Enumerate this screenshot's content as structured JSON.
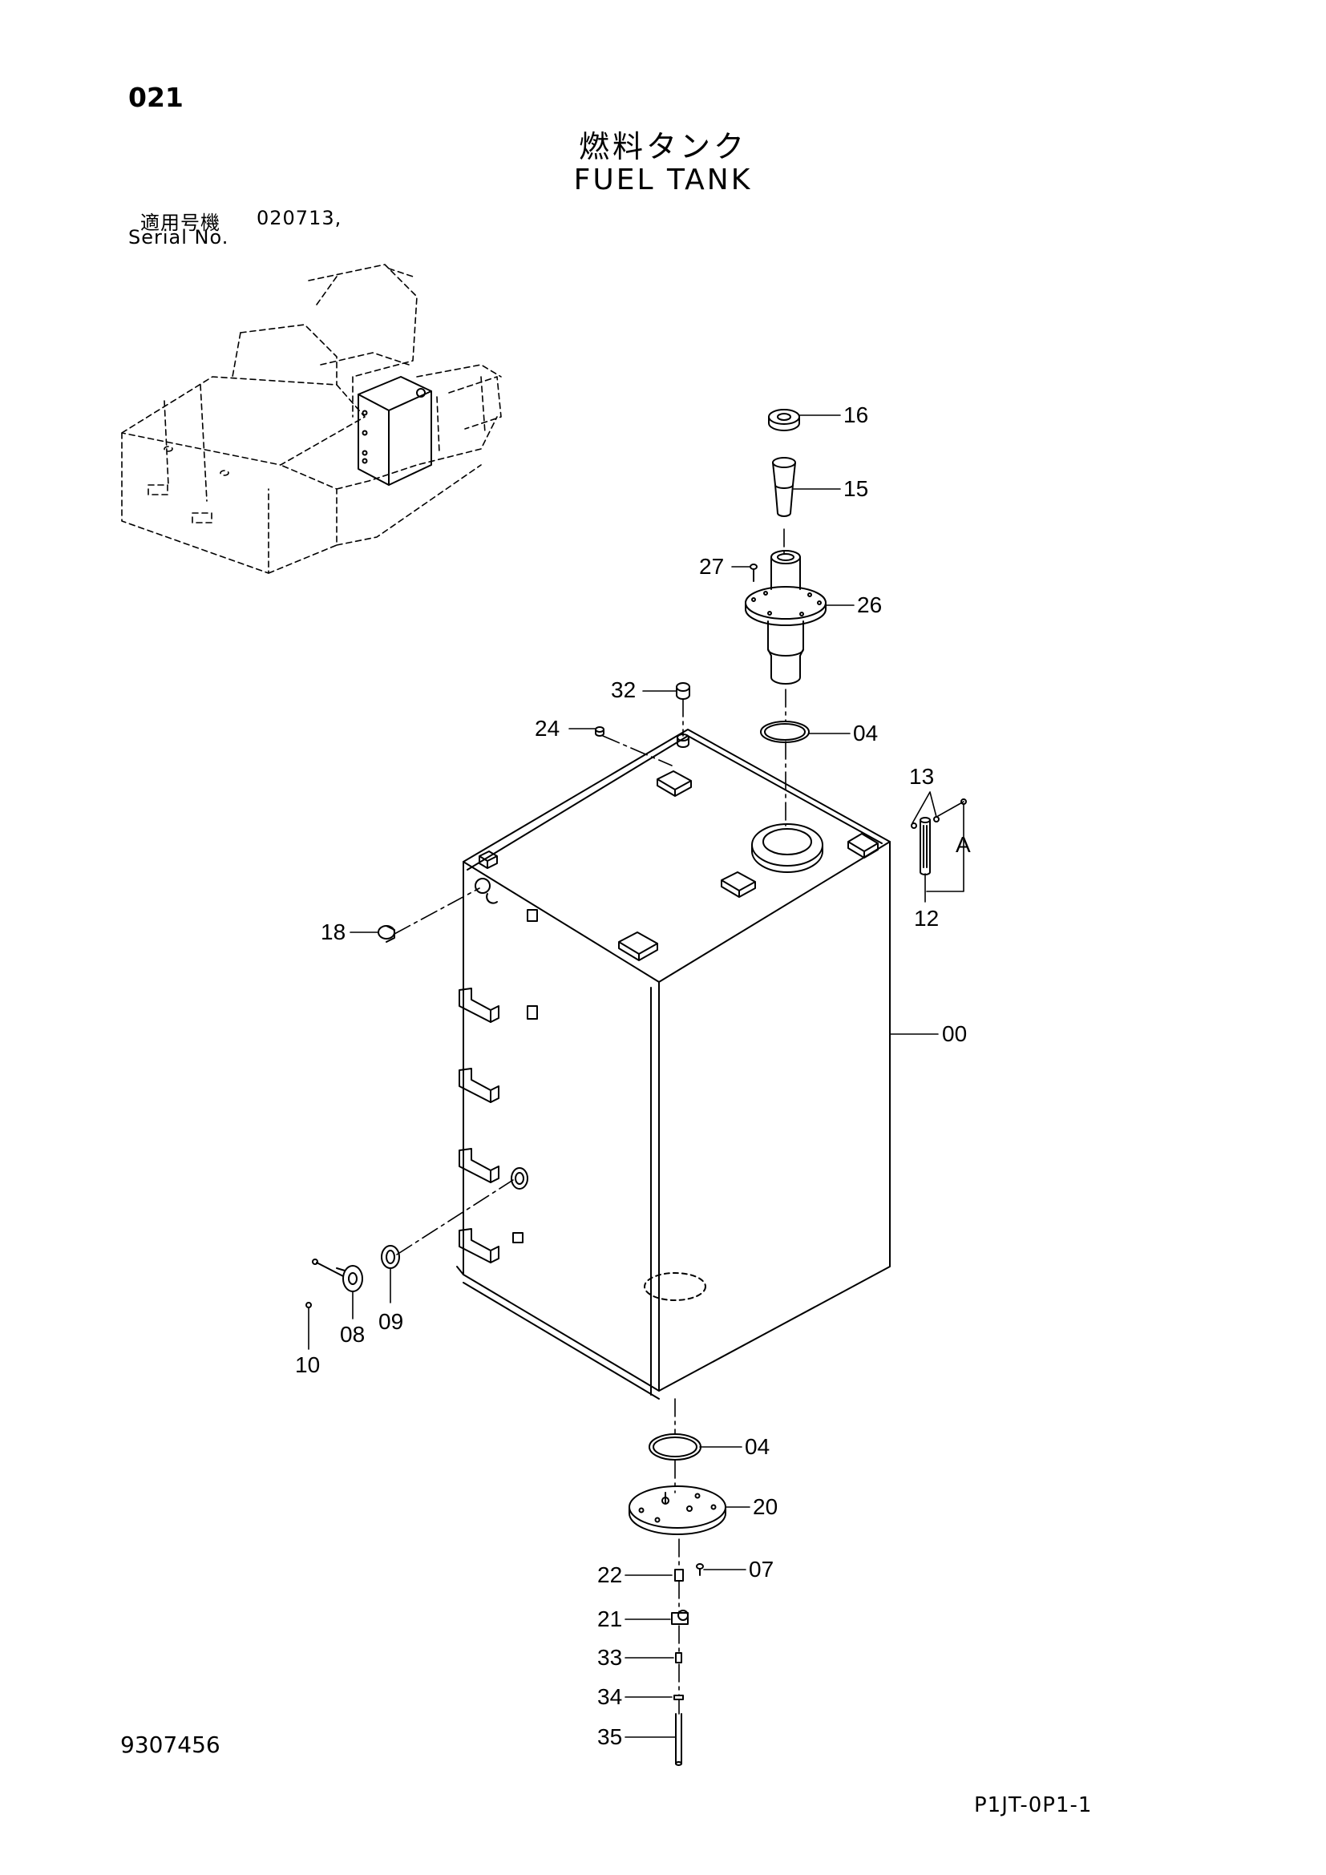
{
  "page_number": "021",
  "title_jp": "燃料タンク",
  "title_en": "FUEL TANK",
  "serial": {
    "label_jp": "適用号機",
    "value": "020713,",
    "label_en": "Serial No."
  },
  "doc_number": "9307456",
  "page_code": "P1JT-0P1-1",
  "callouts": {
    "p16": "16",
    "p15": "15",
    "p27": "27",
    "p26": "26",
    "p32": "32",
    "p24": "24",
    "p04a": "04",
    "p13": "13",
    "p12": "12",
    "pA": "A",
    "p18": "18",
    "p00": "00",
    "p10": "10",
    "p08": "08",
    "p09": "09",
    "p04b": "04",
    "p20": "20",
    "p07": "07",
    "p22": "22",
    "p21": "21",
    "p33": "33",
    "p34": "34",
    "p35": "35"
  }
}
